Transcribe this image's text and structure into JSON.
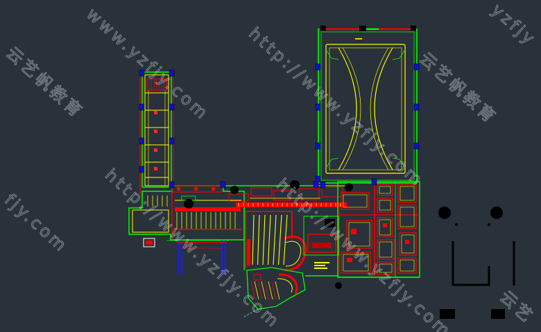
{
  "canvas": {
    "background": "#29313a"
  },
  "layer_colors": {
    "walls": "#ff0000",
    "outlines": "#00ff00",
    "fixtures": "#ffff00",
    "columns": "#1010c8",
    "openings": "#000000",
    "watermark": "#cdd2d7"
  },
  "watermarks": [
    "www.yzfjy.com",
    "云艺帆教育",
    "http://www.yzfjy.com",
    "云艺帆教育",
    "yzfjy",
    "fjy.com",
    "http://www.yzfjy.com",
    "http://www.yzfjy.com",
    "云艺"
  ]
}
